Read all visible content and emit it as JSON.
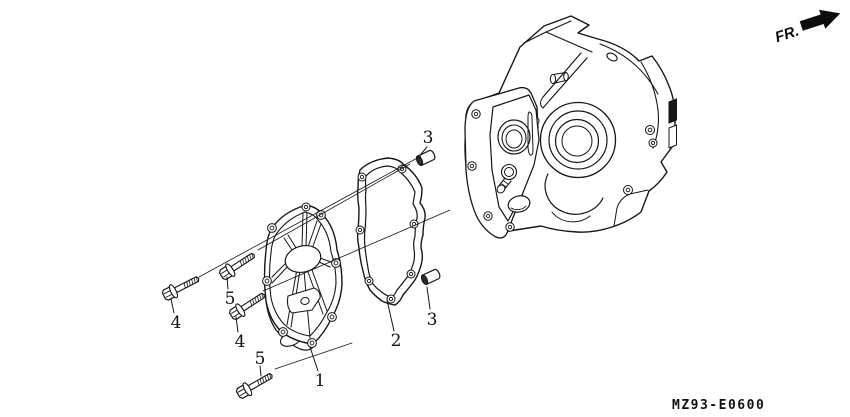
{
  "page": {
    "background": "#ffffff",
    "ink": "#161616"
  },
  "direction_indicator": {
    "label": "FR."
  },
  "diagram_code": "MZ93-E0600",
  "drawing": {
    "parts_shown": [
      "transmission-side-cover",
      "cover-gasket",
      "dowel-pin",
      "flange-bolt-short",
      "flange-bolt-long",
      "transmission-case"
    ],
    "callout_numbers": [
      "1",
      "2",
      "3",
      "4",
      "5"
    ]
  },
  "labels": [
    {
      "text": "1"
    },
    {
      "text": "2"
    },
    {
      "text": "3"
    },
    {
      "text": "3"
    },
    {
      "text": "4"
    },
    {
      "text": "4"
    },
    {
      "text": "5"
    },
    {
      "text": "5"
    }
  ]
}
